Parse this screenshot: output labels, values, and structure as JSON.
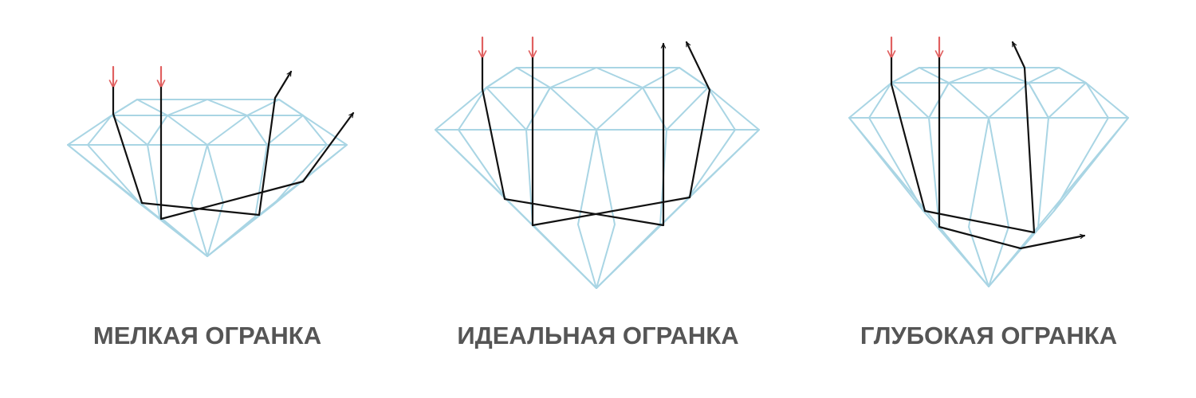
{
  "colors": {
    "outline": "#a9d5e4",
    "ray": "#111111",
    "incoming": "#e06060",
    "caption": "#555555"
  },
  "diagrams": [
    {
      "id": "shallow",
      "caption": "МЕЛКАЯ ОГРАНКА"
    },
    {
      "id": "ideal",
      "caption": "ИДЕАЛЬНАЯ ОГРАНКА"
    },
    {
      "id": "deep",
      "caption": "ГЛУБОКАЯ ОГРАНКА"
    }
  ]
}
